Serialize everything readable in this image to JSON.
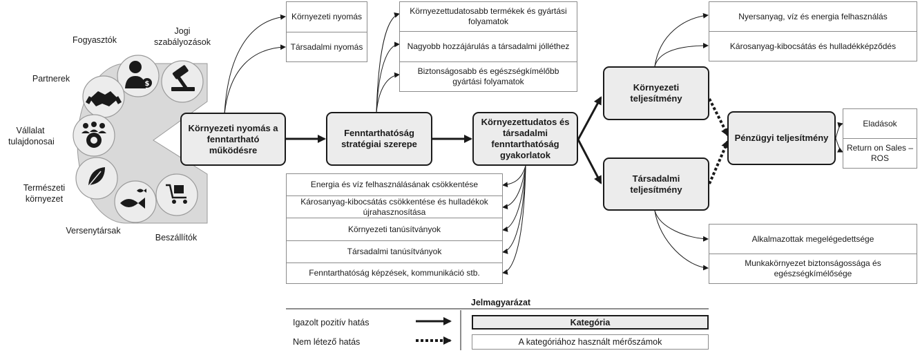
{
  "stakeholders": {
    "fogyasztok": "Fogyasztók",
    "jogi": "Jogi szabályozások",
    "partnerek": "Partnerek",
    "vallalat": "Vállalat tulajdonosai",
    "termeszeti": "Természeti környezet",
    "versenytarsak": "Versenytársak",
    "beszallitok": "Beszállítók"
  },
  "categories": {
    "nyomas": "Környezeti nyomás a fenntartható működésre",
    "strategiai": "Fenntarthatóság stratégiai szerepe",
    "gyakorlatok": "Környezettudatos és társadalmi fenntarthatóság gyakorlatok",
    "kornyezeti": "Környezeti teljesítmény",
    "tarsadalmi": "Társadalmi teljesítmény",
    "penzugyi": "Pénzügyi teljesítmény"
  },
  "measures": {
    "nyomas": [
      "Környezeti nyomás",
      "Társadalmi nyomás"
    ],
    "strategiai": [
      "Környezettudatosabb termékek és gyártási folyamatok",
      "Nagyobb hozzájárulás a társadalmi jólléthez",
      "Biztonságosabb és egészségkímélőbb gyártási folyamatok"
    ],
    "gyakorlatok": [
      "Energia és víz felhasználásának csökkentése",
      "Károsanyag-kibocsátás csökkentése és hulladékok újrahasznosítása",
      "Környezeti tanúsítványok",
      "Társadalmi tanúsítványok",
      "Fenntarthatóság képzések, kommunikáció stb."
    ],
    "kornyezeti": [
      "Nyersanyag, víz és energia felhasználás",
      "Károsanyag-kibocsátás és hulladékképződés"
    ],
    "tarsadalmi": [
      "Alkalmazottak megelégedettsége",
      "Munkakörnyezet biztonságossága és egészségkímélősége"
    ],
    "penzugyi": [
      "Eladások",
      "Return on Sales – ROS"
    ]
  },
  "legend": {
    "title": "Jelmagyarázat",
    "positive": "Igazolt pozitív hatás",
    "none": "Nem létező hatás",
    "category": "Kategória",
    "measures": "A kategóriához használt mérőszámok"
  },
  "icons": {
    "consumer": "person-dollar-icon",
    "legal": "gavel-icon",
    "partners": "handshake-icon",
    "owners": "people-gear-icon",
    "nature": "leaf-icon",
    "competitors": "fish-icon",
    "suppliers": "cart-icon"
  },
  "colors": {
    "pie": "#d9d9d9",
    "category_fill": "#ececec",
    "line": "#1a1a1a"
  }
}
